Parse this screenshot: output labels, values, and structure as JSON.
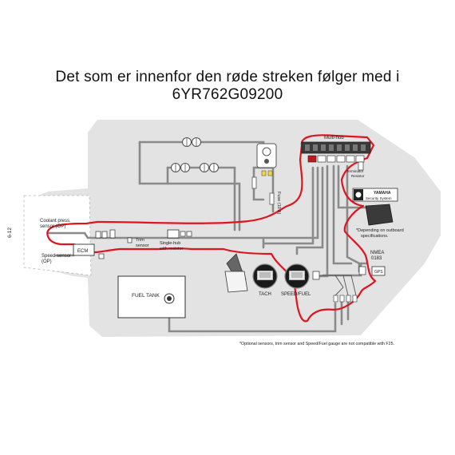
{
  "title": {
    "line1": "Det som er innenfor den røde streken følger med i",
    "line2": "6YR762G09200"
  },
  "page_number": "6-12",
  "labels": {
    "multi_hub": "Multi-hub",
    "fuse": "Fuse (10 A)",
    "terminator": "Terminator",
    "resistor": "Resistor",
    "coolant_sensor_l1": "Coolant press.",
    "coolant_sensor_l2": "sensor (OP)",
    "speed_sensor_l1": "Speed sensor",
    "speed_sensor_l2": "(OP)",
    "ecm": "ECM",
    "trim_sensor_l1": "Trim",
    "trim_sensor_l2": "sensor",
    "single_hub_l1": "Single-hub",
    "single_hub_l2": "with resistor",
    "fuel_tank": "FUEL TANK",
    "tach": "TACH",
    "speed_fuel": "SPEED/FUEL",
    "nmea_l1": "NMEA",
    "nmea_l2": "0183",
    "gps": "GPS",
    "brand": "YAMAHA",
    "security_system": "Security System",
    "depending_l1": "*Depending on outboard",
    "depending_l2": "specifications.",
    "footnote": "*Optional sensors, trim sensor and Speed/Fuel gauge are not compatible with F25."
  },
  "colors": {
    "panel": "#e3e3e3",
    "cable": "#8a8a8a",
    "red_boundary": "#e0141e",
    "gauge_face": "#1a1a1a",
    "accent_yellow": "#f0d840"
  }
}
